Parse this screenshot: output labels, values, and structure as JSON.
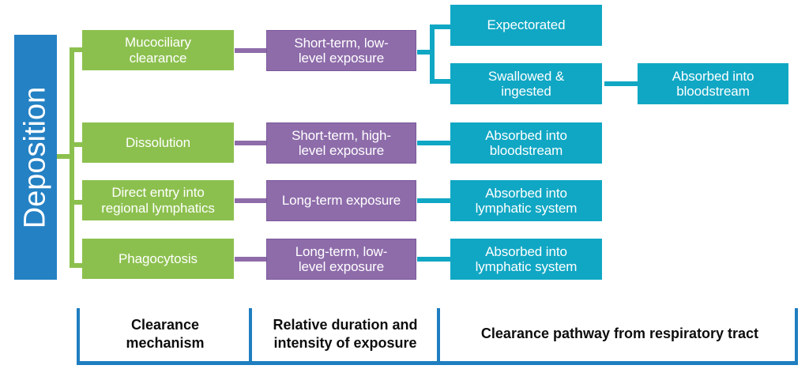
{
  "diagram": {
    "title_node": {
      "label": "Deposition",
      "color": "#2481C4"
    },
    "palette": {
      "root_blue": "#2481C4",
      "mechanism_green": "#8CC04E",
      "exposure_purple": "#8E6CAA",
      "exposure_purple_border": "#7B579C",
      "pathway_teal": "#10A7C4",
      "legend_blue": "#1F7EC0",
      "text_on_fill": "#FFFFFF",
      "legend_text": "#0D0D0D"
    },
    "clearance_mechanisms": [
      {
        "label": "Mucociliary\nclearance"
      },
      {
        "label": "Dissolution"
      },
      {
        "label": "Direct entry into\nregional lymphatics"
      },
      {
        "label": "Phagocytosis"
      }
    ],
    "exposure_levels": [
      {
        "label": "Short-term, low-\nlevel exposure"
      },
      {
        "label": "Short-term, high-\nlevel exposure"
      },
      {
        "label": "Long-term exposure"
      },
      {
        "label": "Long-term, low-\nlevel exposure"
      }
    ],
    "clearance_pathways": [
      {
        "label": "Expectorated"
      },
      {
        "label": "Swallowed &\ningested"
      },
      {
        "label": "Absorbed into\nbloodstream"
      },
      {
        "label": "Absorbed into\nlymphatic system"
      },
      {
        "label": "Absorbed into\nlymphatic system"
      }
    ],
    "terminal_pathway": {
      "label": "Absorbed into\nbloodstream"
    }
  },
  "legend": {
    "columns": [
      {
        "label": "Clearance\nmechanism"
      },
      {
        "label": "Relative duration and\nintensity of exposure"
      },
      {
        "label": "Clearance pathway from respiratory tract"
      }
    ]
  }
}
